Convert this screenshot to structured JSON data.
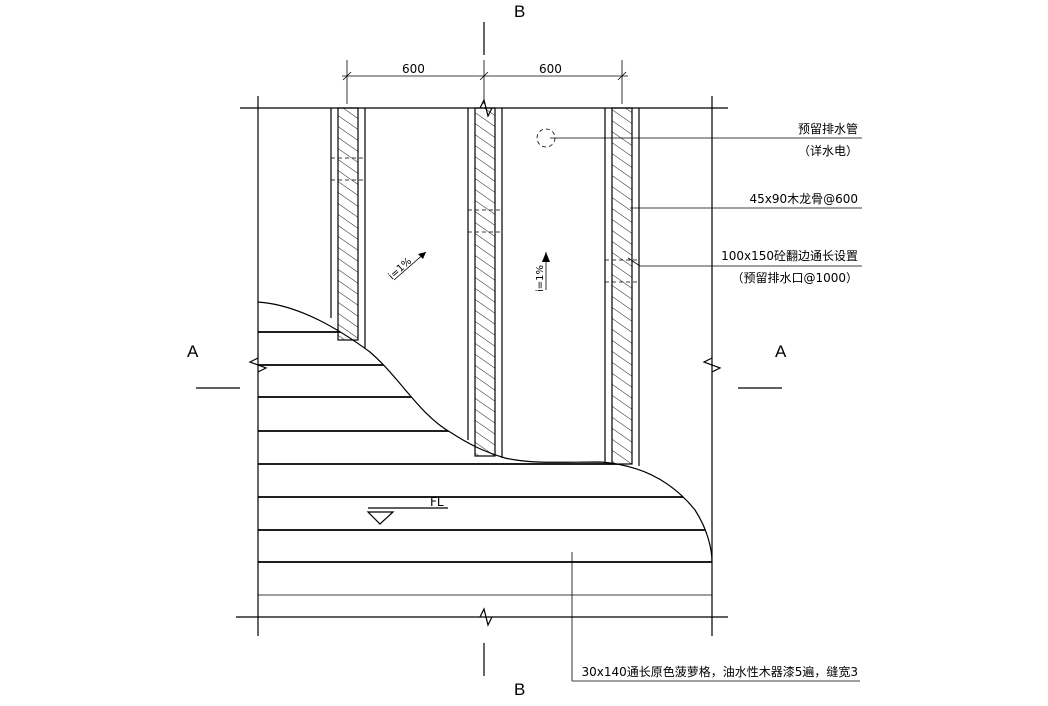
{
  "sections": {
    "b_top": "B",
    "b_bottom": "B",
    "a_left": "A",
    "a_right": "A"
  },
  "dimensions": {
    "left": "600",
    "right": "600"
  },
  "slopes": {
    "left": "i=1%",
    "right": "i=1%"
  },
  "floor_mark": "FL",
  "notes": {
    "drain_pipe": "预留排水管",
    "drain_pipe_ref": "（详水电）",
    "joist": "45x90木龙骨@600",
    "curb": "100x150砼翻边通长设置",
    "curb_outlet": "（预留排水口@1000）",
    "decking": "30x140通长原色菠萝格，油水性木器漆5遍，缝宽3"
  }
}
